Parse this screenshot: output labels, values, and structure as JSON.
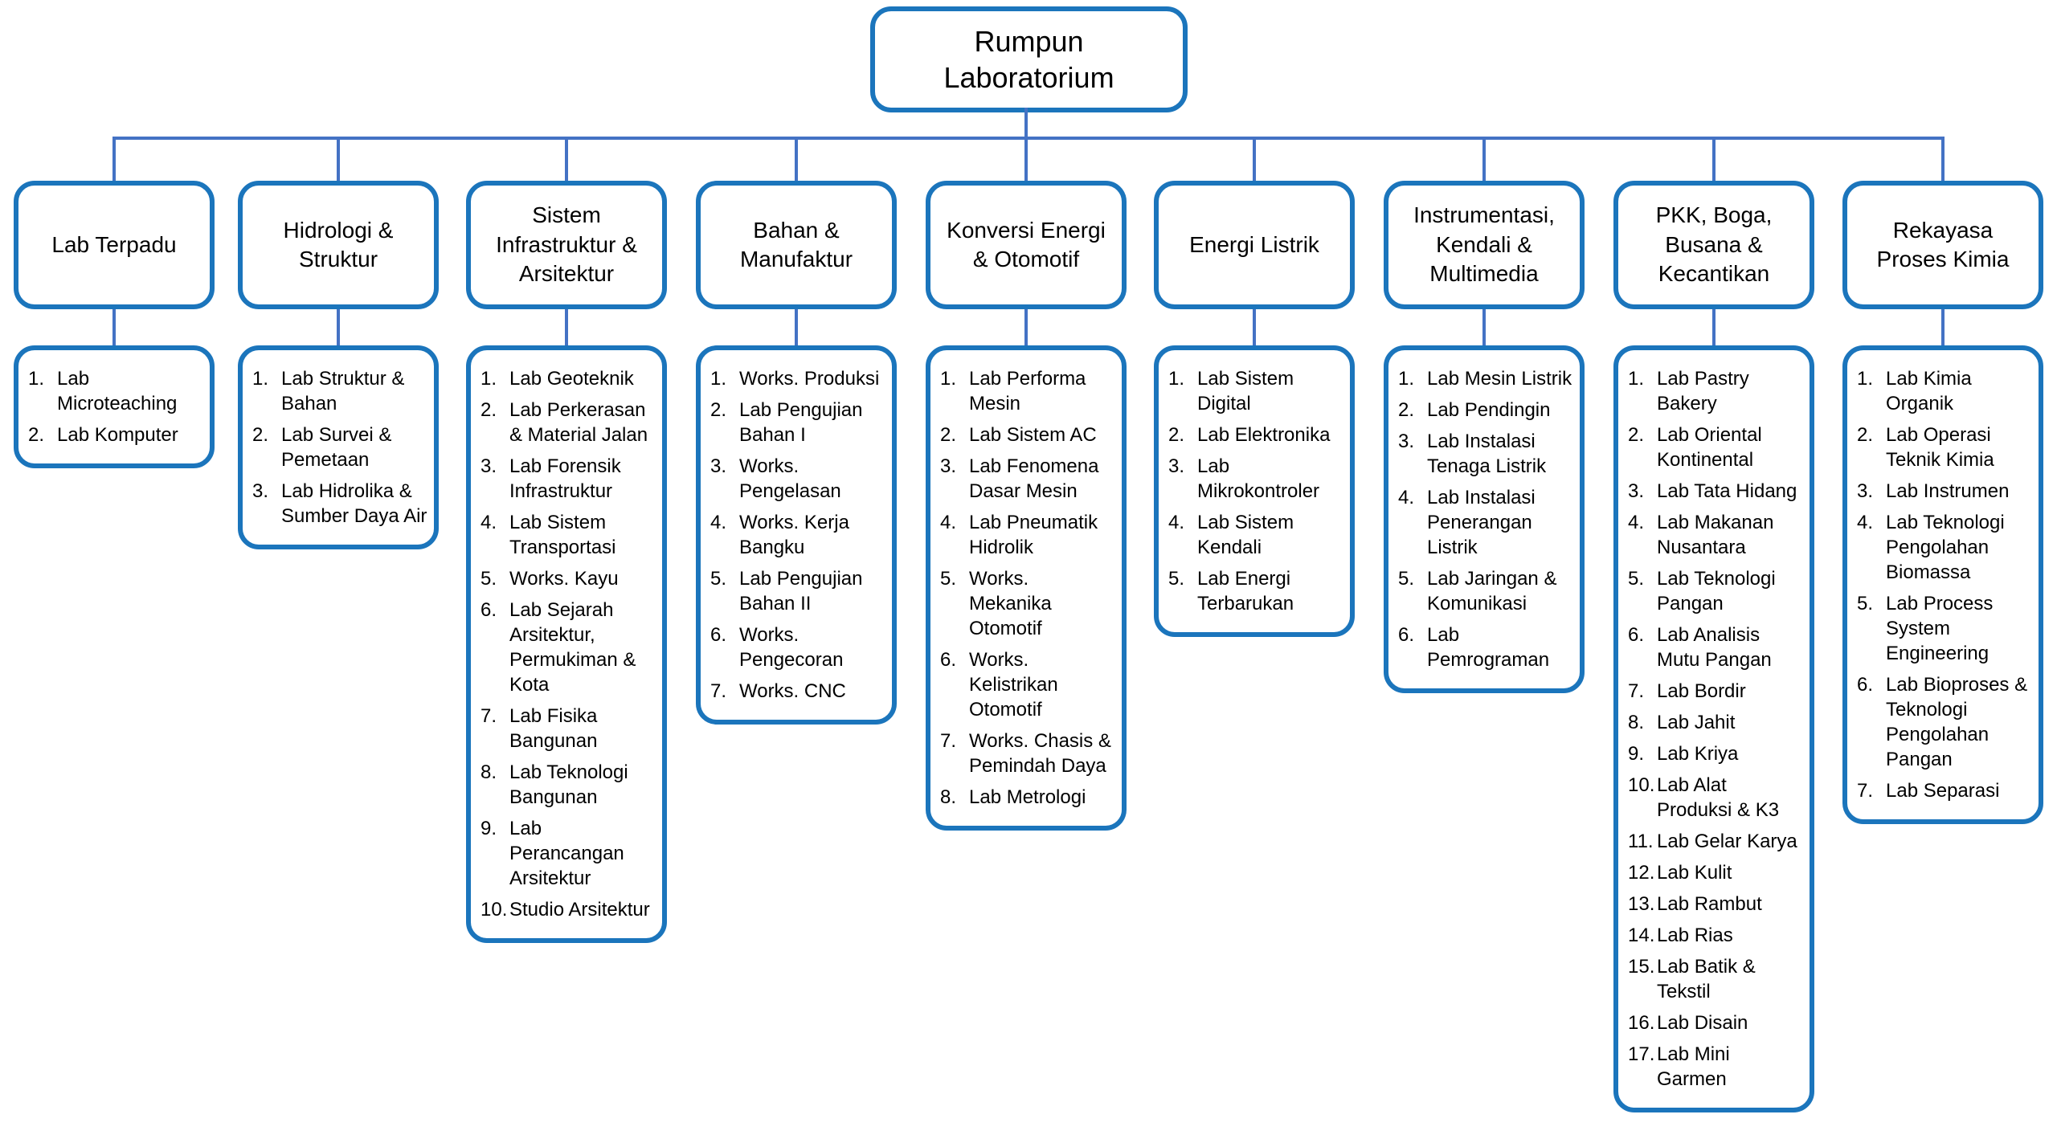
{
  "title": "Rumpun Laboratorium",
  "colors": {
    "box_border": "#1b75bc",
    "connector": "#4472c4",
    "text": "#000000",
    "background": "#ffffff"
  },
  "groups": [
    {
      "name": "Lab Terpadu",
      "items": [
        "Lab Microteaching",
        "Lab Komputer"
      ]
    },
    {
      "name": "Hidrologi & Struktur",
      "items": [
        "Lab Struktur & Bahan",
        "Lab Survei & Pemetaan",
        "Lab Hidrolika & Sumber Daya Air"
      ]
    },
    {
      "name": "Sistem Infrastruktur & Arsitektur",
      "items": [
        "Lab Geoteknik",
        "Lab Perkerasan & Material Jalan",
        "Lab Forensik Infrastruktur",
        "Lab Sistem Transportasi",
        "Works. Kayu",
        "Lab Sejarah Arsitektur, Permukiman & Kota",
        "Lab Fisika Bangunan",
        "Lab Teknologi Bangunan",
        "Lab Perancangan Arsitektur",
        "Studio Arsitektur"
      ]
    },
    {
      "name": "Bahan & Manufaktur",
      "items": [
        "Works. Produksi",
        "Lab Pengujian Bahan I",
        "Works. Pengelasan",
        "Works. Kerja Bangku",
        "Lab Pengujian Bahan II",
        "Works. Pengecoran",
        "Works. CNC"
      ]
    },
    {
      "name": "Konversi Energi & Otomotif",
      "items": [
        "Lab Performa Mesin",
        "Lab Sistem AC",
        "Lab Fenomena Dasar Mesin",
        "Lab Pneumatik Hidrolik",
        "Works. Mekanika Otomotif",
        "Works. Kelistrikan Otomotif",
        "Works. Chasis & Pemindah Daya",
        "Lab Metrologi"
      ]
    },
    {
      "name": "Energi Listrik",
      "items": [
        "Lab Sistem Digital",
        "Lab Elektronika",
        "Lab Mikrokontroler",
        "Lab Sistem Kendali",
        "Lab Energi Terbarukan"
      ]
    },
    {
      "name": "Instrumentasi, Kendali & Multimedia",
      "items": [
        "Lab Mesin Listrik",
        "Lab Pendingin",
        "Lab Instalasi Tenaga Listrik",
        "Lab Instalasi Penerangan Listrik",
        "Lab Jaringan & Komunikasi",
        "Lab Pemrograman"
      ]
    },
    {
      "name": "PKK, Boga, Busana & Kecantikan",
      "items": [
        "Lab Pastry Bakery",
        "Lab Oriental Kontinental",
        "Lab Tata Hidang",
        "Lab Makanan Nusantara",
        "Lab Teknologi Pangan",
        "Lab Analisis Mutu Pangan",
        "Lab Bordir",
        "Lab Jahit",
        "Lab Kriya",
        "Lab Alat Produksi & K3",
        "Lab Gelar Karya",
        "Lab Kulit",
        "Lab Rambut",
        "Lab Rias",
        "Lab Batik & Tekstil",
        "Lab Disain",
        "Lab Mini Garmen"
      ]
    },
    {
      "name": "Rekayasa Proses Kimia",
      "items": [
        "Lab Kimia Organik",
        "Lab Operasi Teknik Kimia",
        "Lab Instrumen",
        "Lab Teknologi Pengolahan Biomassa",
        "Lab Process System Engineering",
        "Lab Bioproses & Teknologi Pengolahan Pangan",
        "Lab Separasi"
      ]
    }
  ]
}
